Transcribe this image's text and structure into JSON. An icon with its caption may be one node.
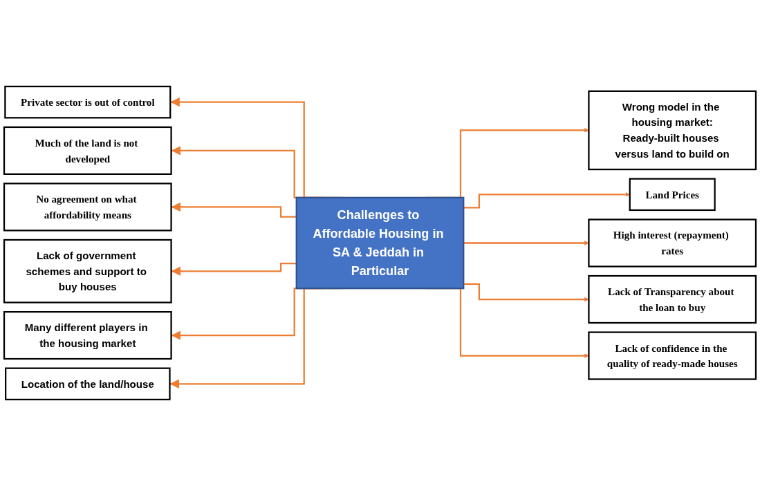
{
  "diagram": {
    "nodes": [
      {
        "text": [
          "Challenges to Affordable Housing in SA & Jeddah in Particular"
        ]
      },
      {
        "text": [
          "Private sector is out of control"
        ]
      },
      {
        "text": [
          "Much of the land is not developed"
        ]
      },
      {
        "text": [
          "No agreement on what affordability means"
        ]
      },
      {
        "text": [
          "Lack of government schemes and support to buy houses"
        ]
      },
      {
        "text": [
          "Many different players in the housing market"
        ]
      },
      {
        "text": [
          "Location of the land/house"
        ]
      },
      {
        "text": [
          "Wrong model in the housing market:",
          "Ready-built houses versus land to build on"
        ]
      },
      {
        "text": [
          "Land Prices"
        ]
      },
      {
        "text": [
          "High interest (repayment) rates"
        ]
      },
      {
        "text": [
          "Lack of Transparency about the loan to buy"
        ]
      },
      {
        "text": [
          "Lack of confidence in the quality of ready-made houses"
        ]
      }
    ],
    "edges": [
      {
        "from": 0,
        "to": 1,
        "arrow": "to"
      },
      {
        "from": 0,
        "to": 2,
        "arrow": "to"
      },
      {
        "from": 0,
        "to": 3,
        "arrow": "to"
      },
      {
        "from": 0,
        "to": 4,
        "arrow": "to"
      },
      {
        "from": 0,
        "to": 5,
        "arrow": "to"
      },
      {
        "from": 0,
        "to": 6,
        "arrow": "to"
      },
      {
        "from": 0,
        "to": 7,
        "arrow": "to"
      },
      {
        "from": 0,
        "to": 8,
        "arrow": "to"
      },
      {
        "from": 0,
        "to": 9,
        "arrow": "to"
      },
      {
        "from": 0,
        "to": 10,
        "arrow": "to"
      },
      {
        "from": 0,
        "to": 11,
        "arrow": "to"
      }
    ]
  }
}
